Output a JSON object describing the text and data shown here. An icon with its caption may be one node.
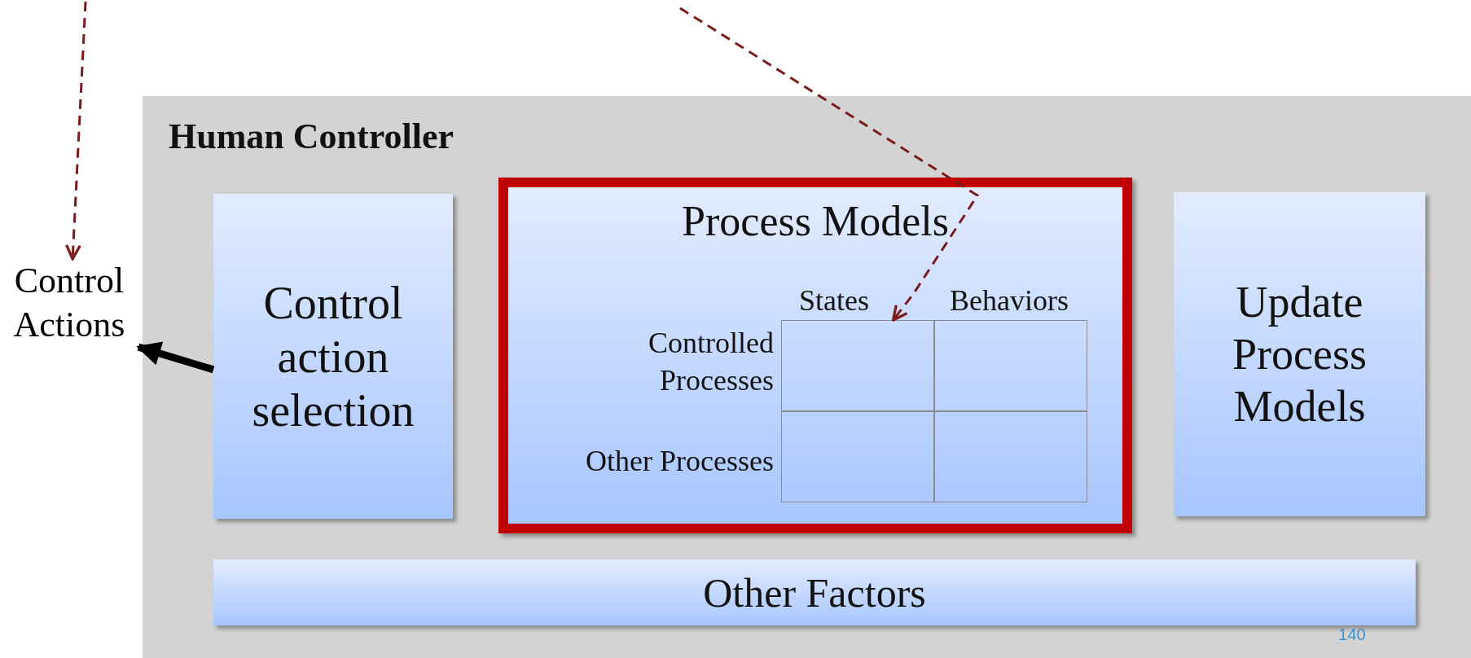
{
  "diagram": {
    "nodes": [
      {
        "text": [
          "Human Controller"
        ]
      },
      {
        "text": [
          "Control Actions"
        ]
      },
      {
        "text": [
          "Control action selection"
        ],
        "in": 0
      },
      {
        "text": [
          "Process Models"
        ],
        "in": 0
      },
      {
        "text": [],
        "shape": "box",
        "in": 3
      },
      {
        "text": [],
        "shape": "box",
        "in": 3
      },
      {
        "text": [],
        "shape": "box",
        "in": 3
      },
      {
        "text": [],
        "shape": "box",
        "in": 3
      },
      {
        "text": [
          "Update Process Models"
        ],
        "in": 0
      },
      {
        "text": [
          "Other Factors"
        ],
        "in": 0
      }
    ],
    "edges": [
      {
        "from": null,
        "to": 1,
        "arrow": "to",
        "style": "dashed",
        "color": "#7b1c1c"
      },
      {
        "from": null,
        "to": 4,
        "arrow": "to",
        "style": "dashed",
        "color": "#7b1c1c"
      },
      {
        "from": 2,
        "to": 1,
        "arrow": "to",
        "style": "thick",
        "color": "#000000"
      }
    ],
    "labels": [
      "States",
      "Behaviors",
      "Controlled Processes",
      "Other Processes",
      "140"
    ]
  }
}
